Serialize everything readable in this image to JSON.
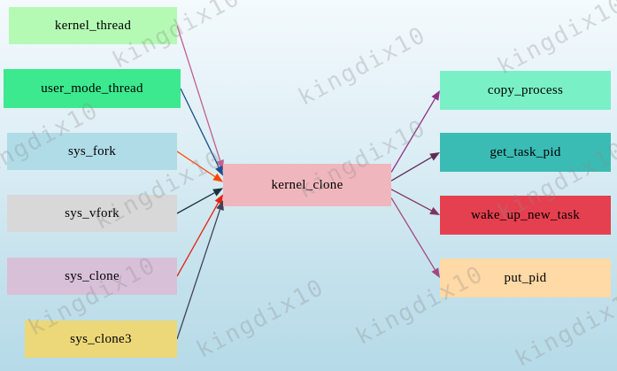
{
  "watermark": {
    "text": "kingdix10"
  },
  "diagram": {
    "nodes": [
      {
        "id": "kernel_thread",
        "label": "kernel_thread",
        "color": "#b4fab4"
      },
      {
        "id": "user_mode_thread",
        "label": "user_mode_thread",
        "color": "#3ce98e"
      },
      {
        "id": "sys_fork",
        "label": "sys_fork",
        "color": "#b0dce8"
      },
      {
        "id": "sys_vfork",
        "label": "sys_vfork",
        "color": "#d8d8d8"
      },
      {
        "id": "sys_clone",
        "label": "sys_clone",
        "color": "#d9c0d9"
      },
      {
        "id": "sys_clone3",
        "label": "sys_clone3",
        "color": "#ecd878"
      },
      {
        "id": "kernel_clone",
        "label": "kernel_clone",
        "color": "#f0b6bd"
      },
      {
        "id": "copy_process",
        "label": "copy_process",
        "color": "#79f0c6"
      },
      {
        "id": "get_task_pid",
        "label": "get_task_pid",
        "color": "#3abcb4"
      },
      {
        "id": "wake_up_new_task",
        "label": "wake_up_new_task",
        "color": "#e5404f"
      },
      {
        "id": "put_pid",
        "label": "put_pid",
        "color": "#ffd9a6"
      }
    ],
    "edges": [
      {
        "from": "kernel_thread",
        "to": "kernel_clone",
        "color": "#c2608e"
      },
      {
        "from": "user_mode_thread",
        "to": "kernel_clone",
        "color": "#1d4e89"
      },
      {
        "from": "sys_fork",
        "to": "kernel_clone",
        "color": "#ff4500"
      },
      {
        "from": "sys_vfork",
        "to": "kernel_clone",
        "color": "#17333f"
      },
      {
        "from": "sys_clone",
        "to": "kernel_clone",
        "color": "#e42313"
      },
      {
        "from": "sys_clone3",
        "to": "kernel_clone",
        "color": "#414257"
      },
      {
        "from": "kernel_clone",
        "to": "copy_process",
        "color": "#8f2f86"
      },
      {
        "from": "kernel_clone",
        "to": "get_task_pid",
        "color": "#5f2b56"
      },
      {
        "from": "kernel_clone",
        "to": "wake_up_new_task",
        "color": "#7c3563"
      },
      {
        "from": "kernel_clone",
        "to": "put_pid",
        "color": "#a1497f"
      }
    ]
  }
}
